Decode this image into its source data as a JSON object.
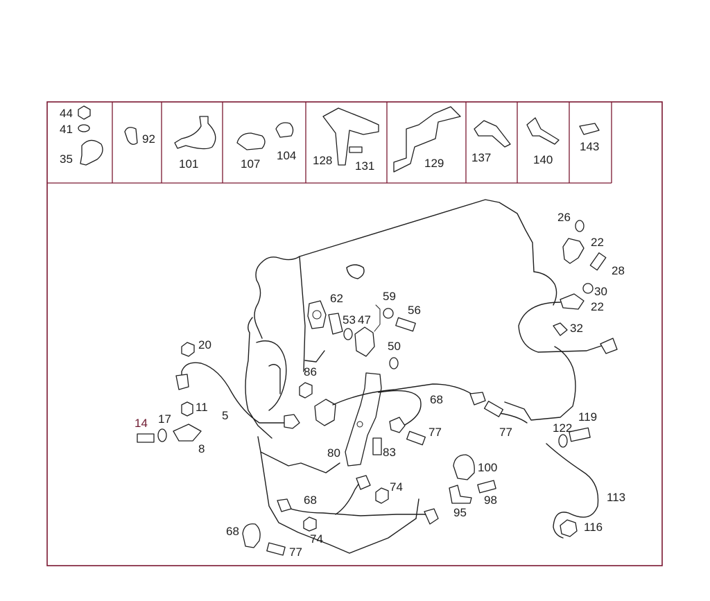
{
  "header_row": [
    {
      "labels": [
        "44",
        "41",
        "35"
      ]
    },
    {
      "labels": [
        "92"
      ]
    },
    {
      "labels": [
        "101"
      ]
    },
    {
      "labels": [
        "107",
        "104"
      ]
    },
    {
      "labels": [
        "128",
        "131"
      ]
    },
    {
      "labels": [
        "129"
      ]
    },
    {
      "labels": [
        "137"
      ]
    },
    {
      "labels": [
        "140"
      ]
    },
    {
      "labels": [
        "143"
      ]
    }
  ],
  "callouts": {
    "c26": "26",
    "c22a": "22",
    "c28": "28",
    "c30": "30",
    "c22b": "22",
    "c32": "32",
    "c62": "62",
    "c53": "53",
    "c47": "47",
    "c59": "59",
    "c56": "56",
    "c50": "50",
    "c20": "20",
    "c86": "86",
    "c68a": "68",
    "c11": "11",
    "c5": "5",
    "c14": "14",
    "c17": "17",
    "c8": "8",
    "c77a": "77",
    "c77b": "77",
    "c80": "80",
    "c83": "83",
    "c122": "122",
    "c119": "119",
    "c100": "100",
    "c74a": "74",
    "c98": "98",
    "c68b": "68",
    "c95": "95",
    "c113": "113",
    "c68c": "68",
    "c74b": "74",
    "c116": "116",
    "c77c": "77"
  },
  "colors": {
    "frame": "#7a1630",
    "line": "#1e1e1e",
    "label_accent": "#6e1a30"
  }
}
